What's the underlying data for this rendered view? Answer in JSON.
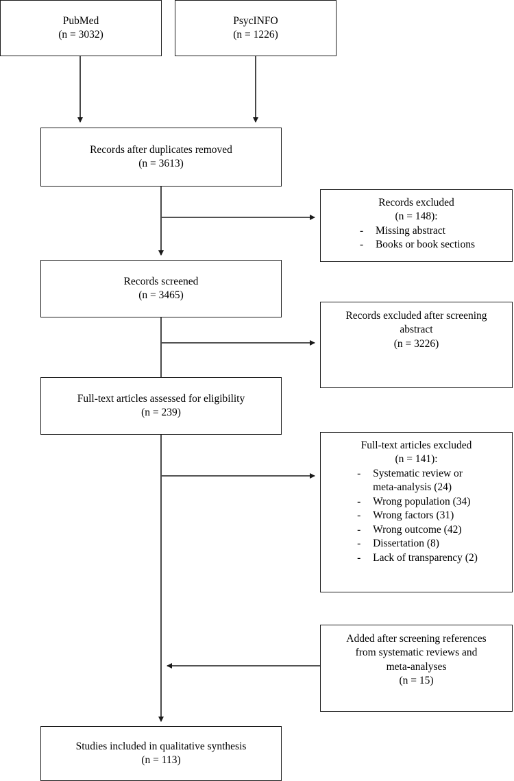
{
  "diagram": {
    "title": "PRISMA study selection flow diagram",
    "type": "flowchart",
    "stroke_color": "#1a1a1a",
    "background_color": "#ffffff"
  },
  "sources": {
    "pubmed": {
      "name": "PubMed",
      "count": "(n = 3032)"
    },
    "psycinfo": {
      "name": "PsycINFO",
      "count": "(n = 1226)"
    }
  },
  "main_flow": {
    "duplicates_removed": {
      "label": "Records after duplicates removed",
      "count": "(n = 3613)"
    },
    "records_screened": {
      "label": "Records screened",
      "count": "(n = 3465)"
    },
    "full_text_assessed": {
      "label": "Full-text articles assessed for eligibility",
      "count": "(n = 239)"
    },
    "included": {
      "label": "Studies included in qualitative synthesis",
      "count": "(n = 113)"
    }
  },
  "side_boxes": {
    "records_excluded": {
      "label": "Records excluded",
      "count": "(n = 148):",
      "reasons": [
        "Missing abstract",
        "Books or book sections"
      ]
    },
    "excluded_after_abstract": {
      "line1": "Records excluded after screening",
      "line2": "abstract",
      "count": "(n = 3226)"
    },
    "full_text_excluded": {
      "label": "Full-text articles excluded",
      "count": "(n = 141):",
      "reasons": [
        "Systematic review or",
        "meta-analysis (24)",
        "Wrong population (34)",
        "Wrong factors (31)",
        "Wrong outcome (42)",
        "Dissertation (8)",
        "Lack of transparency (2)"
      ]
    },
    "added_from_references": {
      "line1": "Added after screening references",
      "line2": "from systematic reviews and",
      "line3": "meta-analyses",
      "count": "(n = 15)"
    }
  },
  "symbols": {
    "bullet_dash": "-"
  }
}
